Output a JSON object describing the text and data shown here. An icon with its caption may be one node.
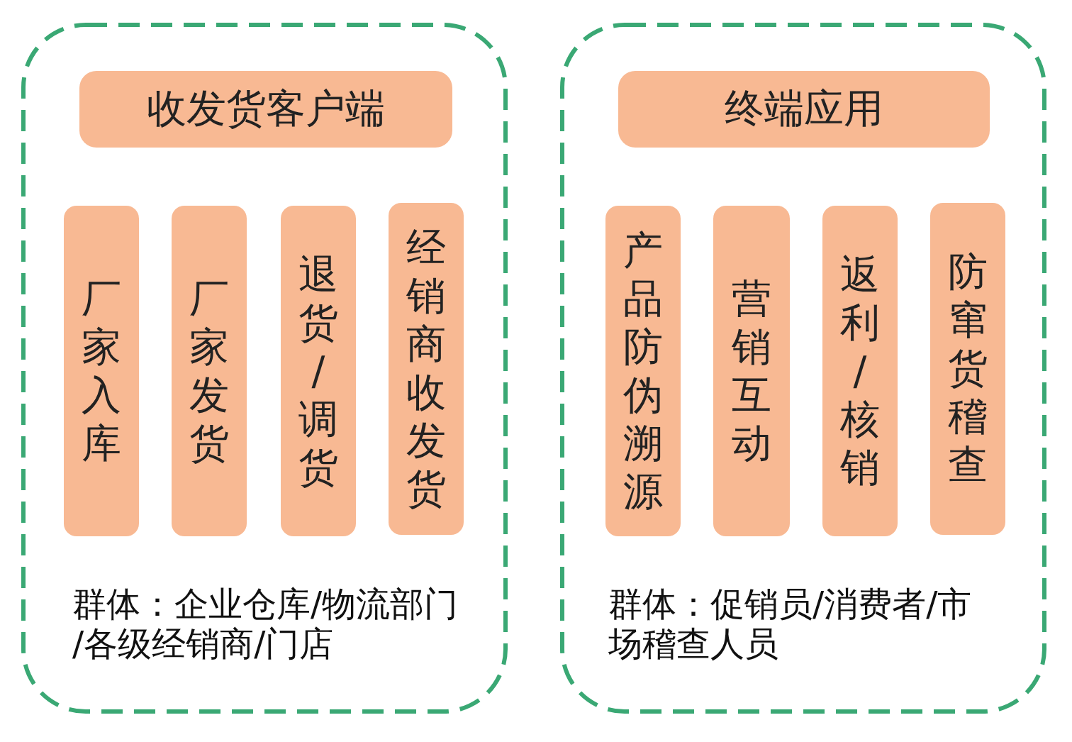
{
  "diagram": {
    "nodes": [
      {
        "text": [
          "群体：企业仓库/物流部门/各级经销商/门店"
        ]
      },
      {
        "text": [
          "收发货客户端"
        ],
        "in": 0
      },
      {
        "text": [
          "厂家入库"
        ],
        "in": 0
      },
      {
        "text": [
          "厂家发货"
        ],
        "in": 0
      },
      {
        "text": [
          "退货/调货"
        ],
        "in": 0
      },
      {
        "text": [
          "经销商收发货"
        ],
        "in": 0
      },
      {
        "text": [
          "群体：促销员/消费者/市场稽查人员"
        ]
      },
      {
        "text": [
          "终端应用"
        ],
        "in": 6
      },
      {
        "text": [
          "产品防伪溯源"
        ],
        "in": 6
      },
      {
        "text": [
          "营销互动"
        ],
        "in": 6
      },
      {
        "text": [
          "返利/核销"
        ],
        "in": 6
      },
      {
        "text": [
          "防窜货稽查"
        ],
        "in": 6
      }
    ]
  }
}
